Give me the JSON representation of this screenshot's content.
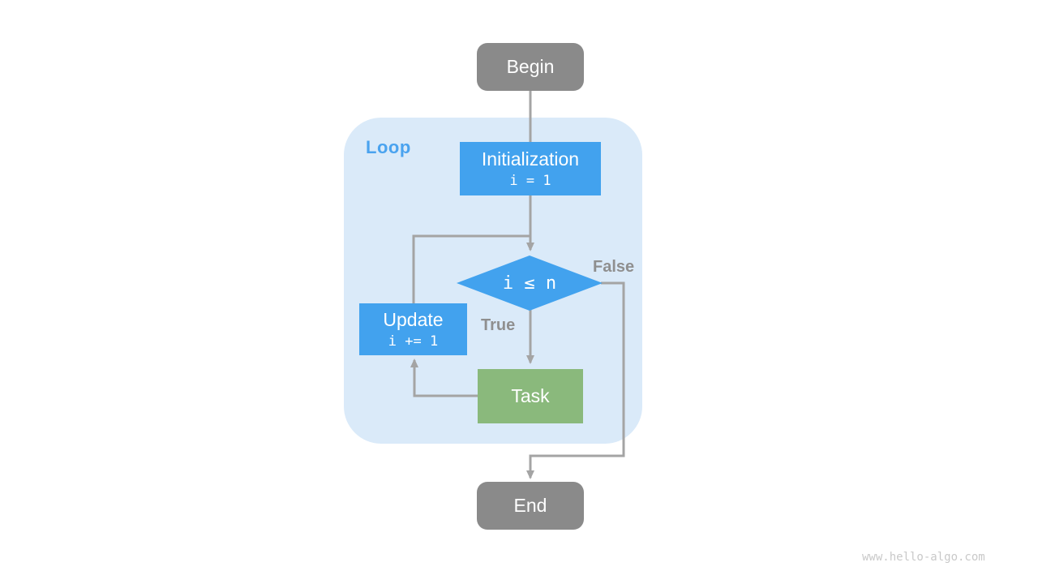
{
  "diagram": {
    "loop_container": {
      "label": "Loop"
    },
    "nodes": {
      "begin": {
        "label": "Begin",
        "type": "terminal",
        "color": "#8a8a8a"
      },
      "initialization": {
        "label": "Initialization",
        "code": "i = 1",
        "type": "process",
        "color": "#42a2ee"
      },
      "condition": {
        "label": "i ≤ n",
        "type": "decision",
        "color": "#42a2ee"
      },
      "update": {
        "label": "Update",
        "code": "i += 1",
        "type": "process",
        "color": "#42a2ee"
      },
      "task": {
        "label": "Task",
        "type": "process",
        "color": "#8ab97c"
      },
      "end": {
        "label": "End",
        "type": "terminal",
        "color": "#8a8a8a"
      }
    },
    "edge_labels": {
      "true_branch": "True",
      "false_branch": "False"
    },
    "colors": {
      "arrow": "#a4a4a4",
      "loop_background": "#daeaf9",
      "loop_label": "#4aa3ef",
      "edge_label_text": "#8f8f8f",
      "node_text": "#ffffff",
      "watermark_text": "#c9c9c9"
    }
  },
  "watermark": "www.hello-algo.com"
}
